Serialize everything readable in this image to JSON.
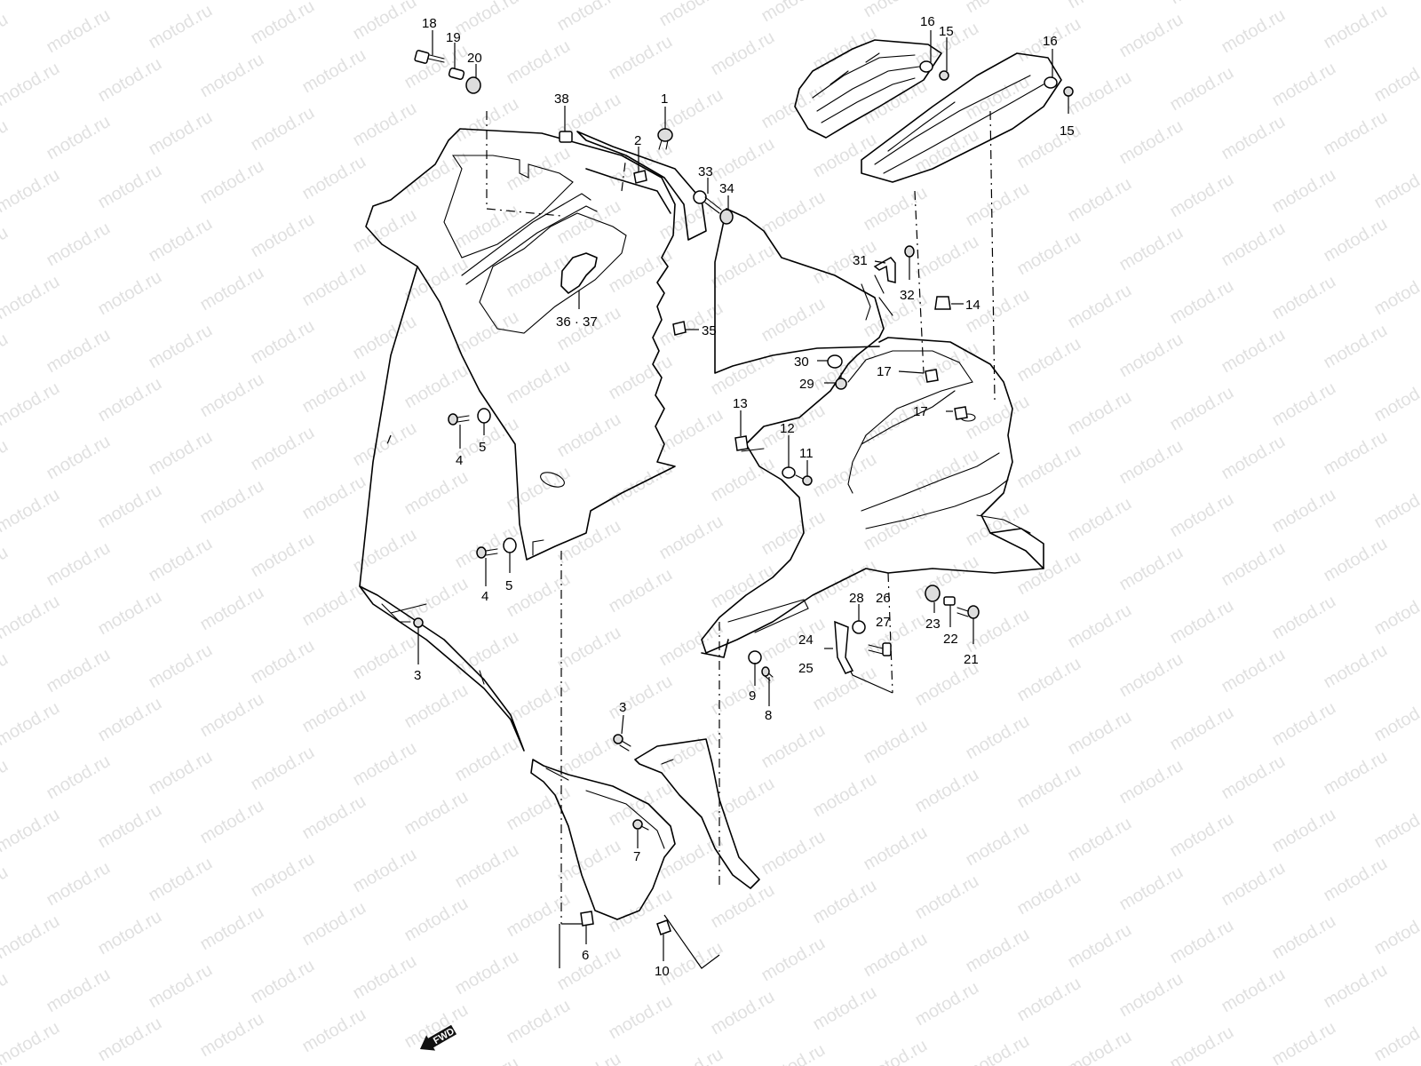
{
  "watermark": {
    "text": "motod.ru"
  },
  "callouts": [
    {
      "id": "c18",
      "text": "18"
    },
    {
      "id": "c19",
      "text": "19"
    },
    {
      "id": "c20",
      "text": "20"
    },
    {
      "id": "c38",
      "text": "38"
    },
    {
      "id": "c1",
      "text": "1"
    },
    {
      "id": "c2",
      "text": "2"
    },
    {
      "id": "c33",
      "text": "33"
    },
    {
      "id": "c34",
      "text": "34"
    },
    {
      "id": "c16a",
      "text": "16"
    },
    {
      "id": "c15a",
      "text": "15"
    },
    {
      "id": "c16b",
      "text": "16"
    },
    {
      "id": "c15b",
      "text": "15"
    },
    {
      "id": "c31",
      "text": "31"
    },
    {
      "id": "c32",
      "text": "32"
    },
    {
      "id": "c14",
      "text": "14"
    },
    {
      "id": "c3637",
      "text": "36 · 37"
    },
    {
      "id": "c35",
      "text": "35"
    },
    {
      "id": "c30",
      "text": "30"
    },
    {
      "id": "c29",
      "text": "29"
    },
    {
      "id": "c17a",
      "text": "17"
    },
    {
      "id": "c17b",
      "text": "17"
    },
    {
      "id": "c13",
      "text": "13"
    },
    {
      "id": "c12",
      "text": "12"
    },
    {
      "id": "c11",
      "text": "11"
    },
    {
      "id": "c4a",
      "text": "4"
    },
    {
      "id": "c5a",
      "text": "5"
    },
    {
      "id": "c4b",
      "text": "4"
    },
    {
      "id": "c5b",
      "text": "5"
    },
    {
      "id": "c28",
      "text": "28"
    },
    {
      "id": "c26",
      "text": "26"
    },
    {
      "id": "c27",
      "text": "27"
    },
    {
      "id": "c23",
      "text": "23"
    },
    {
      "id": "c22",
      "text": "22"
    },
    {
      "id": "c21",
      "text": "21"
    },
    {
      "id": "c24",
      "text": "24"
    },
    {
      "id": "c25",
      "text": "25"
    },
    {
      "id": "c3a",
      "text": "3"
    },
    {
      "id": "c9",
      "text": "9"
    },
    {
      "id": "c8",
      "text": "8"
    },
    {
      "id": "c3b",
      "text": "3"
    },
    {
      "id": "c7",
      "text": "7"
    },
    {
      "id": "c6",
      "text": "6"
    },
    {
      "id": "c10",
      "text": "10"
    }
  ],
  "fwd_label": "FWD"
}
